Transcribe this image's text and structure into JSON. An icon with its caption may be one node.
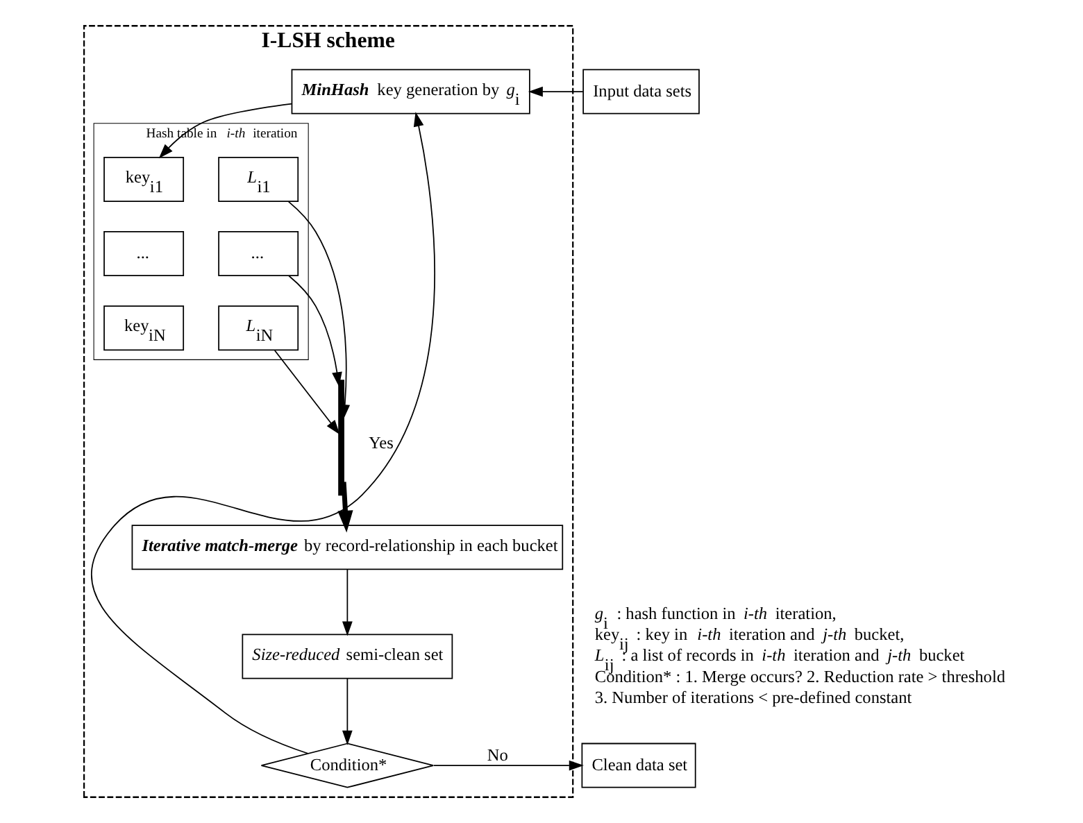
{
  "diagram": {
    "nodes": [
      {
        "text": [
          "I-LSH scheme"
        ]
      },
      {
        "text": [
          "Input data sets"
        ]
      },
      {
        "text": [
          "**MinHash** key generation by *g*$_{i}$"
        ],
        "in": 0
      },
      {
        "text": [
          "Hash table in *i-th* iteration"
        ],
        "in": 0
      },
      {
        "text": [
          "key$_{i1}$"
        ],
        "in": 3
      },
      {
        "text": [
          "*L*$_{i1}$"
        ],
        "in": 3
      },
      {
        "text": [
          "..."
        ],
        "in": 3
      },
      {
        "text": [
          "..."
        ],
        "in": 3
      },
      {
        "text": [
          "key$_{iN}$"
        ],
        "in": 3
      },
      {
        "text": [
          "*L*$_{iN}$"
        ],
        "in": 3
      },
      {
        "text": [],
        "shape": "bar",
        "in": 0
      },
      {
        "text": [
          "**Iterative match-merge** by record-relationship in each bucket"
        ],
        "in": 0
      },
      {
        "text": [
          "*Size-reduced* semi-clean set"
        ],
        "in": 0
      },
      {
        "text": [
          "Condition*"
        ],
        "in": 0
      },
      {
        "text": [
          "Clean data set"
        ]
      }
    ],
    "edges": [
      {
        "from": 1,
        "to": 2,
        "arrow": "to"
      },
      {
        "from": 2,
        "to": 4,
        "arrow": "to"
      },
      {
        "from": 5,
        "to": 10,
        "arrow": "to"
      },
      {
        "from": 7,
        "to": 10,
        "arrow": "to"
      },
      {
        "from": 9,
        "to": 10,
        "arrow": "to"
      },
      {
        "from": 10,
        "to": 11,
        "arrow": "to",
        "style": "thick"
      },
      {
        "from": 11,
        "to": 12,
        "arrow": "to"
      },
      {
        "from": 12,
        "to": 13,
        "arrow": "to"
      },
      {
        "from": 13,
        "to": 2,
        "arrow": "to",
        "label": "Yes"
      },
      {
        "from": 13,
        "to": 14,
        "arrow": "to",
        "label": "No"
      }
    ],
    "labels": [
      "*g*$_{i}$ : hash function in *i-th* iteration,",
      "key$_{ij}$ : key in *i-th* iteration and *j-th* bucket,",
      "*L*$_{ij}$ : a list of records in *i-th* iteration and *j-th* bucket",
      "Condition* : 1. Merge occurs? 2. Reduction rate > threshold",
      "3. Number of iterations < pre-defined constant"
    ]
  }
}
